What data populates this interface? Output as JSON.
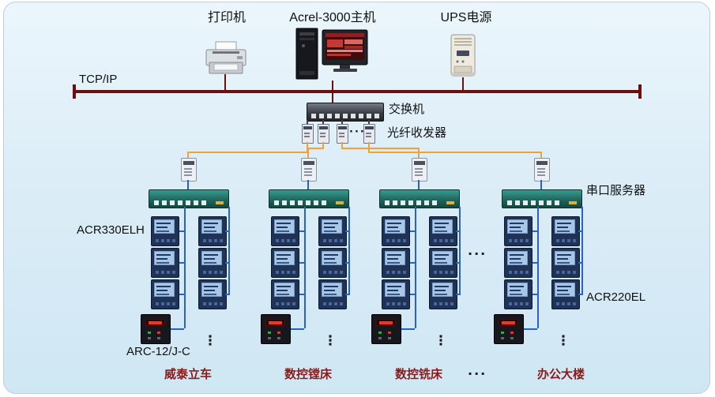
{
  "top": {
    "printer_label": "打印机",
    "host_label": "Acrel-3000主机",
    "ups_label": "UPS电源"
  },
  "network": {
    "bus_label": "TCP/IP",
    "switch_label": "交换机",
    "fiber_label": "光纤收发器",
    "serial_server_label": "串口服务器"
  },
  "meters": {
    "left_model": "ACR330ELH",
    "right_model": "ACR220EL",
    "bottom_model": "ARC-12/J-C"
  },
  "groups": [
    {
      "label": "威泰立车"
    },
    {
      "label": "数控镗床"
    },
    {
      "label": "数控铣床"
    },
    {
      "label": "办公大楼"
    }
  ],
  "ellipsis": {
    "h": "···",
    "v": "⋮"
  },
  "colors": {
    "bus": "#6b0f0f",
    "fiber_link": "#f0a232",
    "data_link": "#2a62c8",
    "group_label": "#8b1a1a",
    "panel_bg": "#d9ecf7"
  }
}
